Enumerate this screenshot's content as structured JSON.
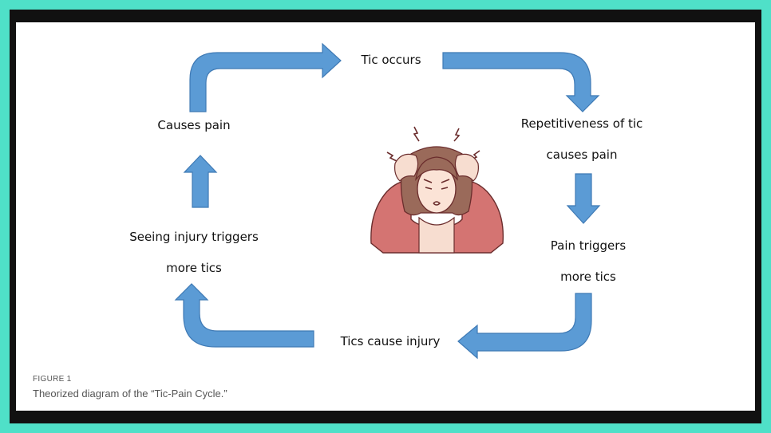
{
  "nodes": {
    "tic_occurs": "Tic occurs",
    "repetitiveness_line1": "Repetitiveness of tic",
    "repetitiveness_line2": "causes pain",
    "pain_triggers_line1": "Pain triggers",
    "pain_triggers_line2": "more tics",
    "tics_cause_injury": "Tics cause injury",
    "seeing_injury_line1": "Seeing injury triggers",
    "seeing_injury_line2": "more tics",
    "causes_pain": "Causes pain"
  },
  "caption": {
    "label": "FIGURE 1",
    "text": "Theorized diagram of the “Tic-Pain Cycle.”"
  },
  "colors": {
    "arrow_fill": "#5b9bd5",
    "arrow_stroke": "#3f7ab5",
    "border_teal": "#4fe0c8"
  }
}
